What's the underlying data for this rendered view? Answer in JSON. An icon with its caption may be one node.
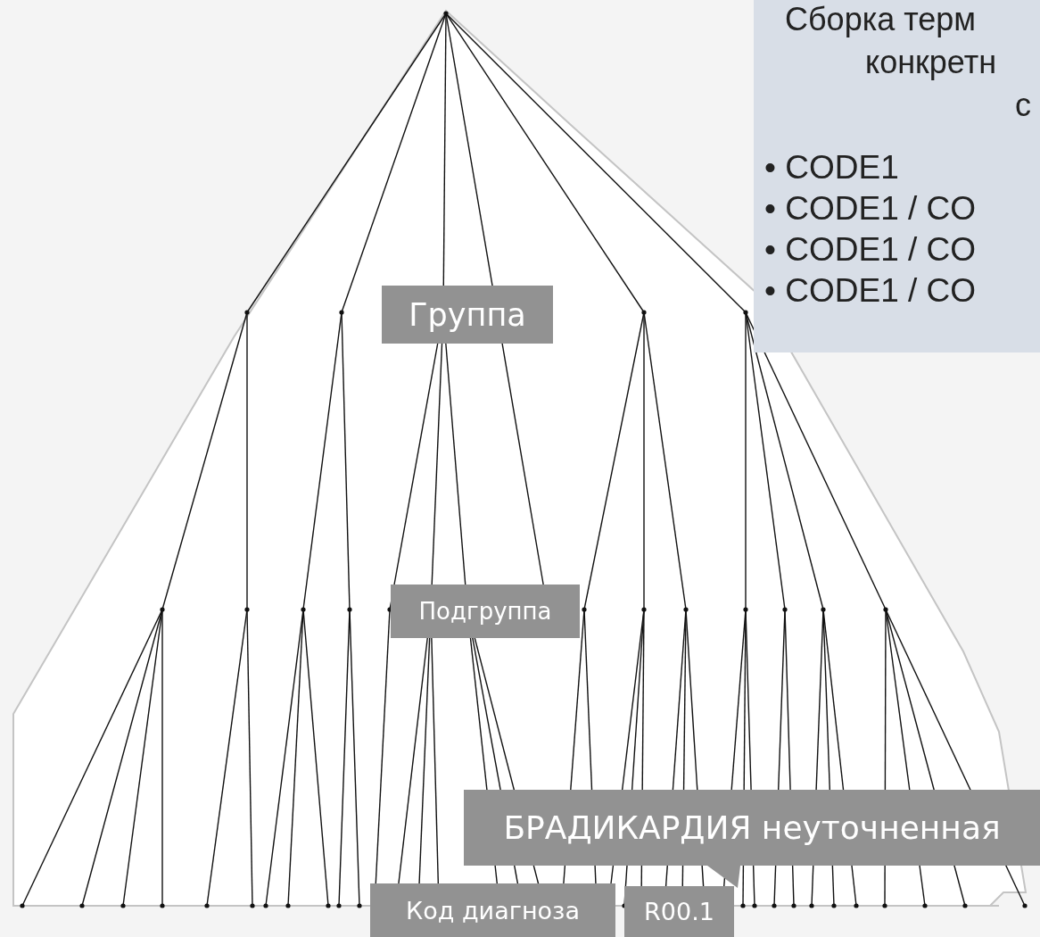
{
  "diagram": {
    "nodes": [
      {
        "text": [
          "Группа"
        ]
      },
      {
        "text": [
          "Подгруппа"
        ]
      },
      {
        "text": [
          "БРАДИКАРДИЯ неуточненная"
        ]
      },
      {
        "text": [
          "Код диагноза"
        ]
      },
      {
        "text": [
          "R00.1"
        ]
      },
      {
        "text": [
          "Сборка терм",
          "конкретн",
          "с",
          "• CODE1",
          "• CODE1 / CO",
          "• CODE1 / CO",
          "• CODE1 / CO"
        ]
      }
    ],
    "edges": []
  }
}
